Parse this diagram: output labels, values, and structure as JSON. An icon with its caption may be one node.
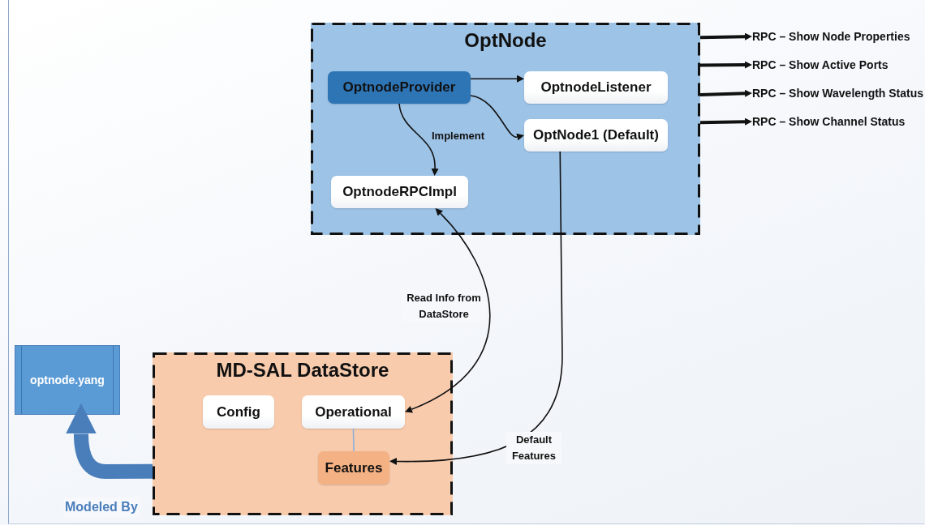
{
  "diagram": {
    "nodes": [
      {
        "text": [
          "OptNode"
        ]
      },
      {
        "text": [
          "OptnodeProvider"
        ],
        "in": 0
      },
      {
        "text": [
          "OptnodeListener"
        ],
        "in": 0
      },
      {
        "text": [
          "OptNode1 (Default)"
        ],
        "in": 0
      },
      {
        "text": [
          "OptnodeRPCImpl"
        ],
        "in": 0
      },
      {
        "text": [
          "optnode.yang"
        ]
      },
      {
        "text": [
          "MD-SAL DataStore"
        ]
      },
      {
        "text": [
          "Config"
        ],
        "in": 6
      },
      {
        "text": [
          "Operational"
        ],
        "in": 6
      },
      {
        "text": [
          "Features"
        ],
        "in": 6
      },
      {
        "text": [
          "RPC – Show Node Properties"
        ]
      },
      {
        "text": [
          "RPC – Show Active Ports"
        ]
      },
      {
        "text": [
          "RPC – Show Wavelength Status"
        ]
      },
      {
        "text": [
          "RPC – Show Channel Status"
        ]
      }
    ],
    "edges": [
      {
        "from": 1,
        "to": 2,
        "arrow": "to"
      },
      {
        "from": 1,
        "to": 3,
        "arrow": "to"
      },
      {
        "from": 1,
        "to": 4,
        "arrow": "to",
        "label": "Implement"
      },
      {
        "from": 4,
        "to": 8,
        "arrow": "both",
        "label": "Read Info from DataStore"
      },
      {
        "from": 3,
        "to": 9,
        "arrow": "to",
        "label": "Default Features"
      },
      {
        "from": 8,
        "to": 9,
        "arrow": "none",
        "color": "#8fb0d8"
      },
      {
        "from": 6,
        "to": 5,
        "arrow": "to",
        "label": "Modeled By",
        "style": "thick",
        "color": "#4a7ebb"
      },
      {
        "from": 0,
        "to": 10,
        "arrow": "to",
        "style": "thick"
      },
      {
        "from": 0,
        "to": 11,
        "arrow": "to",
        "style": "thick"
      },
      {
        "from": 0,
        "to": 12,
        "arrow": "to",
        "style": "thick"
      },
      {
        "from": 0,
        "to": 13,
        "arrow": "to",
        "style": "thick"
      }
    ]
  }
}
